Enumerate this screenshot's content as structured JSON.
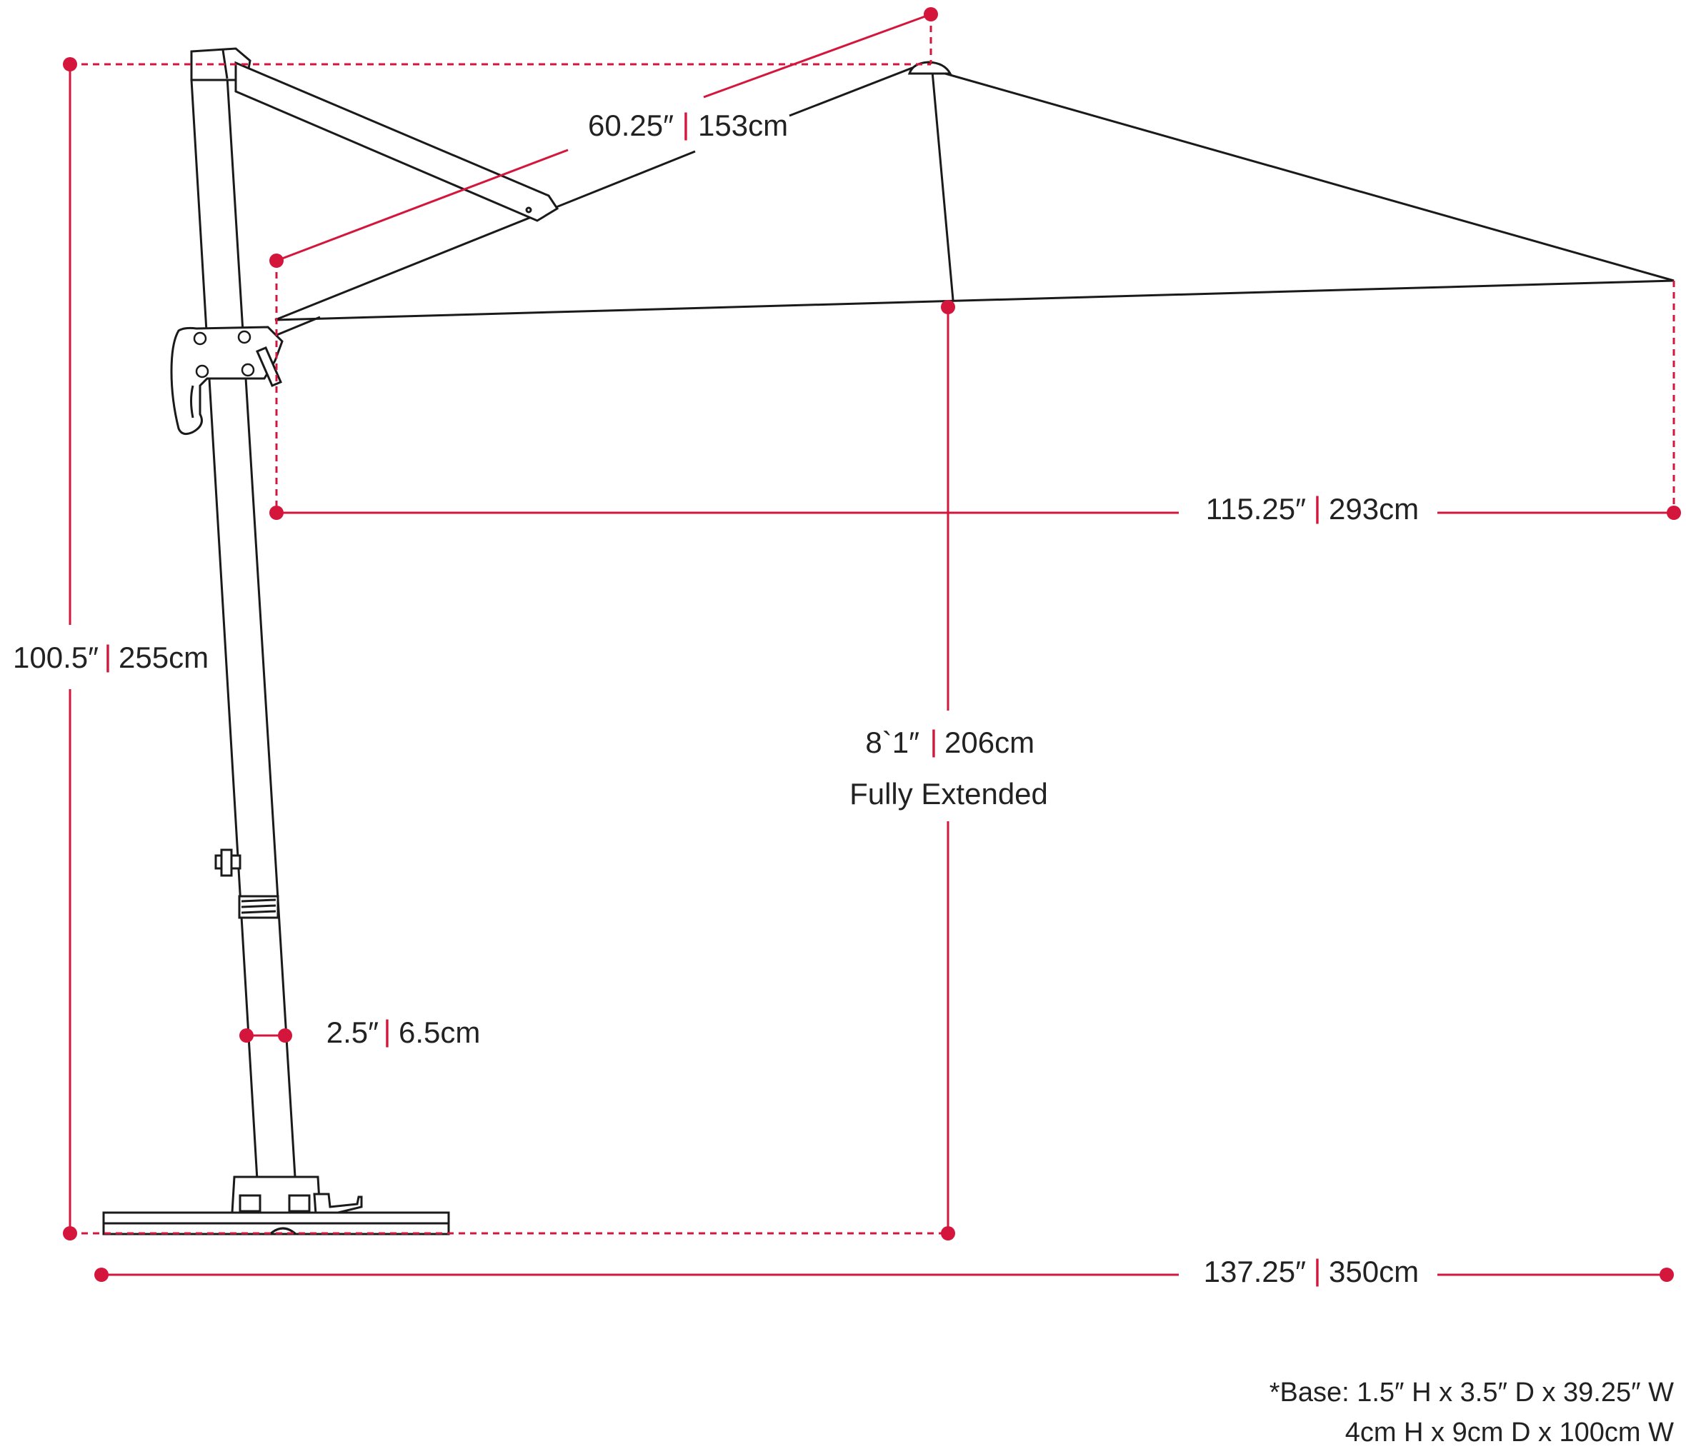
{
  "separator": "|",
  "dimensions": {
    "total_height": {
      "imperial": "100.5″",
      "metric": "255cm"
    },
    "arm_length": {
      "imperial": "60.25″",
      "metric": "153cm"
    },
    "canopy_span": {
      "imperial": "115.25″",
      "metric": "293cm"
    },
    "clearance": {
      "imperial": "8`1″",
      "metric": "206cm",
      "note": "Fully Extended"
    },
    "pole_diameter": {
      "imperial": "2.5″",
      "metric": "6.5cm"
    },
    "total_width": {
      "imperial": "137.25″",
      "metric": "350cm"
    }
  },
  "base_note": {
    "line1": "*Base: 1.5″ H x 3.5″ D x 39.25″ W",
    "line2": "4cm H x 9cm D x 100cm W"
  },
  "colors": {
    "dimension": "#d4163c",
    "ink": "#1a1a1a"
  }
}
